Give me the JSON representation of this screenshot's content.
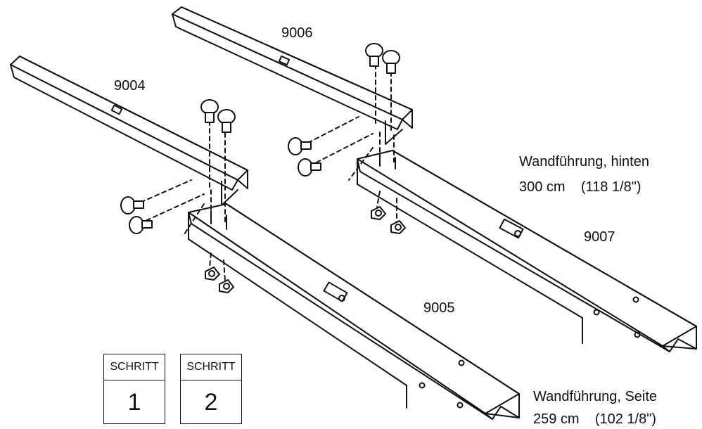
{
  "parts": {
    "p9004": "9004",
    "p9005": "9005",
    "p9006": "9006",
    "p9007": "9007"
  },
  "rear_rail": {
    "name": "Wandführung, hinten",
    "length": "300 cm    (118 1/8\")"
  },
  "side_rail": {
    "name": "Wandführung, Seite",
    "length": "259 cm    (102 1/8\")"
  },
  "steps": [
    {
      "label": "SCHRITT",
      "number": "1"
    },
    {
      "label": "SCHRITT",
      "number": "2"
    }
  ]
}
